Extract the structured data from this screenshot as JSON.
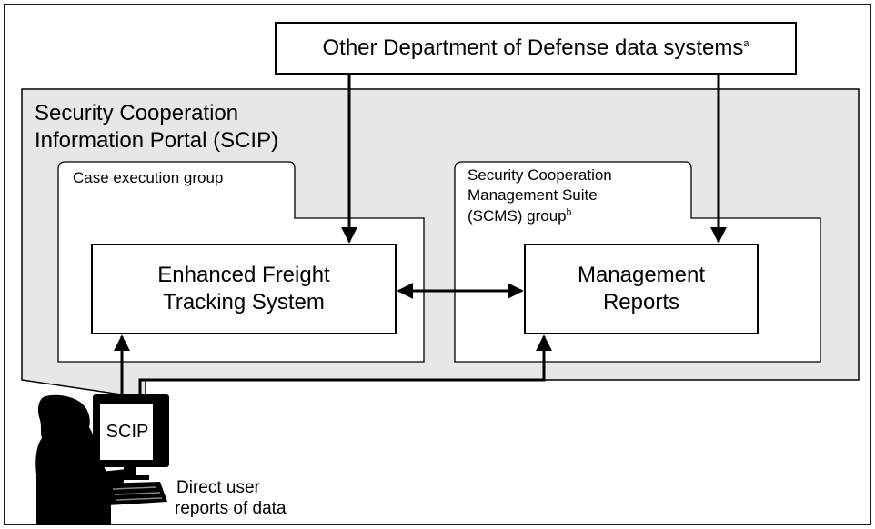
{
  "colors": {
    "portal_fill": "#e6e7e6",
    "line": "#000000",
    "background": "#ffffff"
  },
  "top_box": {
    "label": "Other Department of Defense data systems",
    "footnote": "a"
  },
  "portal": {
    "title_line1": "Security Cooperation",
    "title_line2": "Information Portal (SCIP)"
  },
  "case_group": {
    "label": "Case execution group"
  },
  "scms_group": {
    "label_line1": "Security Cooperation",
    "label_line2": "Management Suite",
    "label_line3": "(SCMS) group",
    "footnote": "b"
  },
  "efts_box": {
    "line1": "Enhanced Freight",
    "line2": "Tracking System"
  },
  "reports_box": {
    "line1": "Management",
    "line2": "Reports"
  },
  "monitor": {
    "screen_label": "SCIP"
  },
  "user_caption": {
    "line1": "Direct user",
    "line2": "reports of data"
  },
  "icons": [
    "user-silhouette-icon",
    "computer-monitor-icon",
    "keyboard-icon"
  ]
}
